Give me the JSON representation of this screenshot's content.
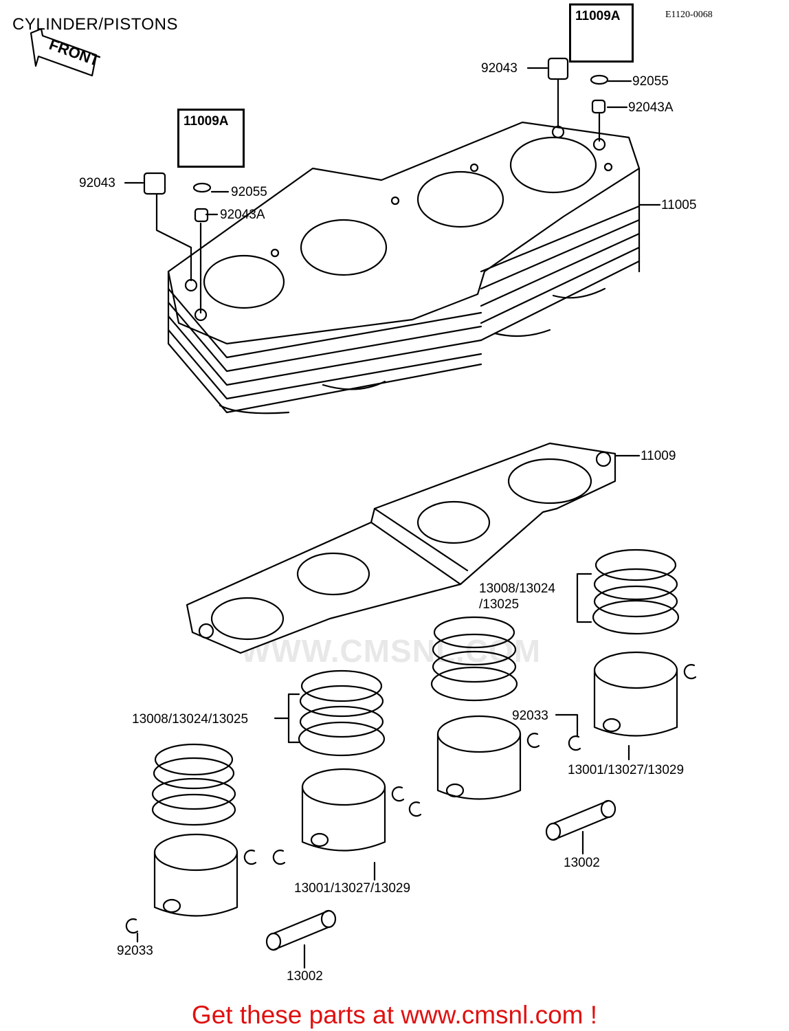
{
  "header": {
    "title": "CYLINDER/PISTONS",
    "ref_code": "E1120-0068",
    "front_marker": "FRONT"
  },
  "watermark": {
    "site": "WWW.CMSNL.COM"
  },
  "parts": {
    "cylinder_block": "11005",
    "head_gasket": "11009",
    "dowel_left": "92043",
    "dowel_right": "92043",
    "washer_left": "92055",
    "washer_right": "92055",
    "oring_left": "92043A",
    "oring_right": "92043A",
    "kit_left": "11009A",
    "kit_right": "11009A",
    "rings_far_left": "13008/13024/13025",
    "rings_right": "13008/13024",
    "rings_right_2": "/13025",
    "piston_mid": "13001/13027/13029",
    "piston_right": "13001/13027/13029",
    "circlip_right": "92033",
    "circlip_left": "92033",
    "pin_right": "13002",
    "pin_left": "13002"
  },
  "footer": {
    "cta": "Get these parts at www.cmsnl.com !"
  },
  "colors": {
    "line": "#000000",
    "footer_text": "#e01010",
    "watermark": "#e8e8e8"
  }
}
